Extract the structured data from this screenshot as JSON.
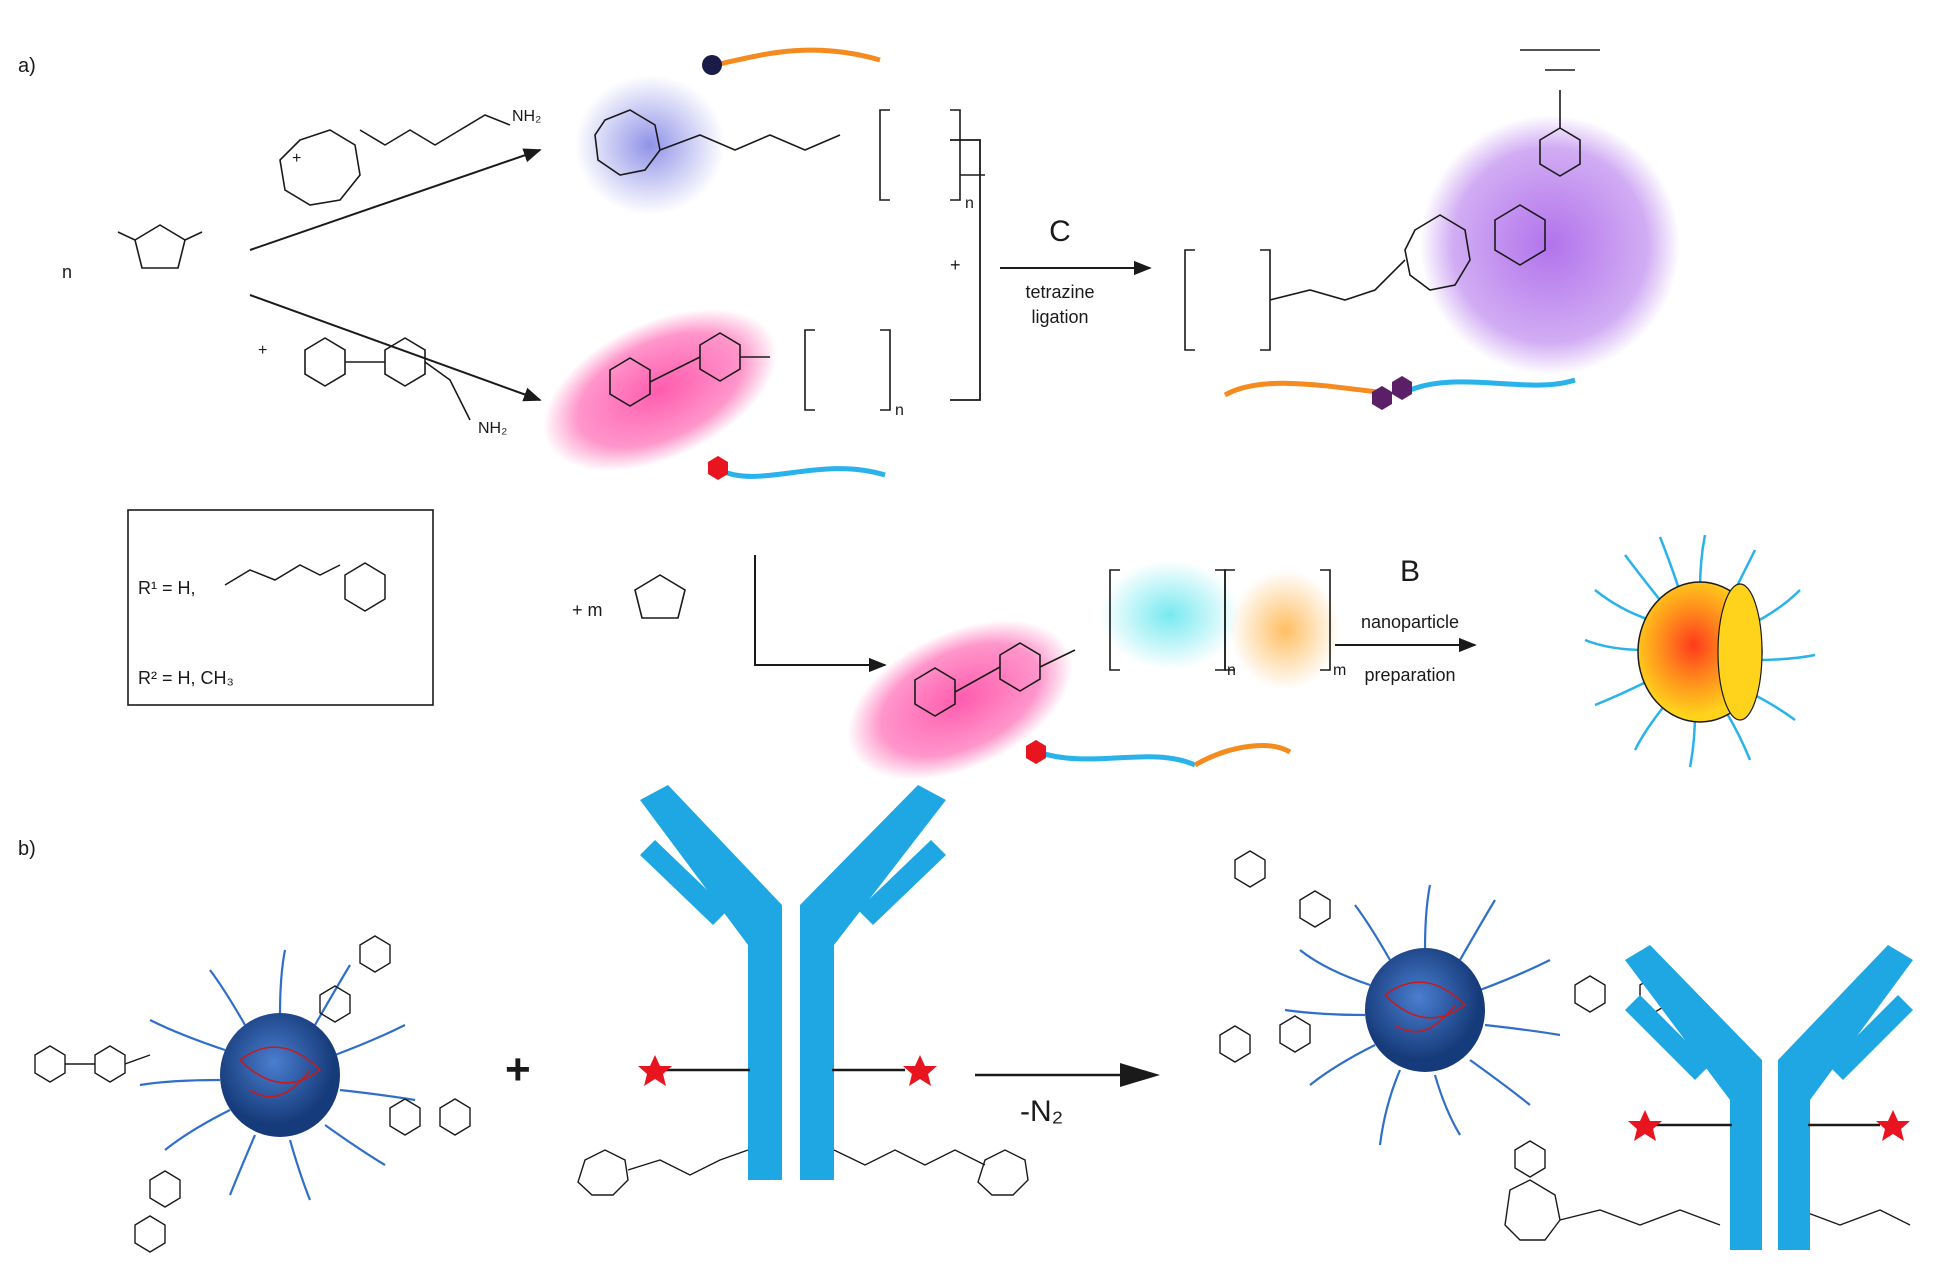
{
  "labels": {
    "panel_a": "a)",
    "panel_b": "b)",
    "n": "n",
    "plus_top": "+",
    "plus_bottom": "+",
    "plus_between": "+",
    "plus_m": "+ m",
    "reaction_c": "C",
    "tetrazine": "tetrazine",
    "ligation": "ligation",
    "reaction_b": "B",
    "nanoparticle": "nanoparticle",
    "preparation": "preparation",
    "r1_def": "R¹ = H,",
    "r2_def": "R² = H, CH₃",
    "big_plus": "+",
    "minus_n2": "-N₂",
    "subscript_n": "n",
    "subscript_m": "m",
    "nh2": "NH₂"
  },
  "colors": {
    "blue_glow": "#6a6ee0",
    "pink_glow": "#ff3fa0",
    "purple_glow": "#a45ae8",
    "cyan_glow": "#5ee6ee",
    "orange_glow": "#ffb347",
    "orange_chain": "#f58a1f",
    "blue_chain": "#2ab2ea",
    "red_marker": "#e8141f",
    "antibody": "#1ea7e2",
    "nanoparticle_core": "#1f4d9a"
  }
}
